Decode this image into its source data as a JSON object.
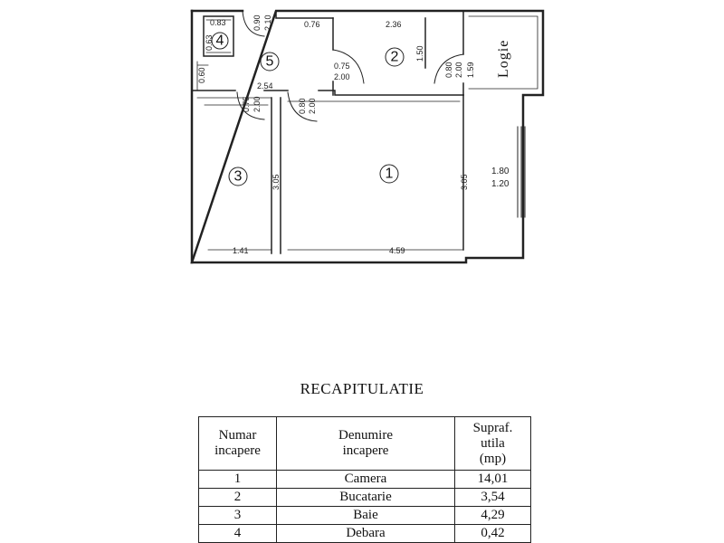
{
  "plan": {
    "logie_label": "Logie",
    "rooms": [
      {
        "label": "1"
      },
      {
        "label": "2"
      },
      {
        "label": "3"
      },
      {
        "label": "4"
      },
      {
        "label": "5"
      }
    ],
    "dimensions": {
      "d_0_90": "0.90",
      "d_2_10": "2.10",
      "d_0_76": "0.76",
      "d_2_36": "2.36",
      "d_0_83": "0.83",
      "d_0_63": "0.63",
      "d_0_75": "0.75",
      "d_2_00": "2.00",
      "d_1_50": "1.50",
      "d_0_80": "0.80",
      "d_1_59": "1.59",
      "d_0_60": "0.60",
      "d_2_54": "2.54",
      "d_3_05": "3.05",
      "d_1_80": "1.80",
      "d_1_20": "1.20",
      "d_1_41": "1.41",
      "d_4_59": "4.59"
    }
  },
  "recap": {
    "title": "RECAPITULATIE",
    "headers": {
      "col1_l1": "Numar",
      "col1_l2": "incapere",
      "col2_l1": "Denumire",
      "col2_l2": "incapere",
      "col3_l1": "Supraf.",
      "col3_l2": "utila",
      "col3_l3": "(mp)"
    },
    "rows": [
      {
        "num": "1",
        "name": "Camera",
        "area": "14,01"
      },
      {
        "num": "2",
        "name": "Bucatarie",
        "area": "3,54"
      },
      {
        "num": "3",
        "name": "Baie",
        "area": "4,29"
      },
      {
        "num": "4",
        "name": "Debara",
        "area": "0,42"
      }
    ]
  }
}
